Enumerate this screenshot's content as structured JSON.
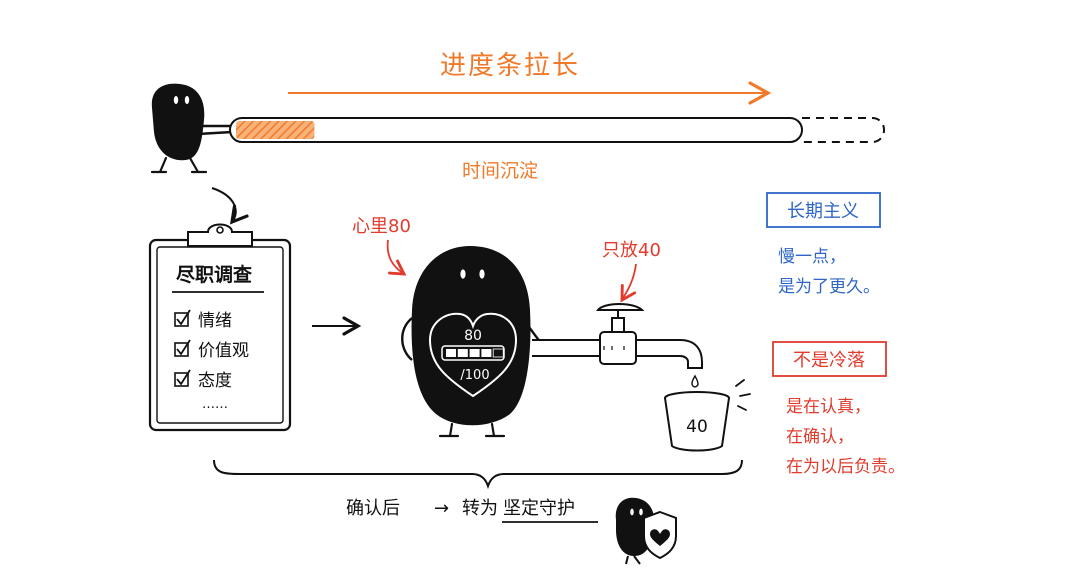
{
  "colors": {
    "ink": "#111111",
    "orange": "#f07a2a",
    "red": "#e23b2e",
    "blue": "#2f66c6"
  },
  "top": {
    "title": "进度条拉长",
    "caption": "时间沉淀",
    "progress_fill_fraction": 0.14
  },
  "checklist": {
    "title": "尽职调查",
    "items": [
      "情绪",
      "价值观",
      "态度"
    ],
    "ellipsis": "……"
  },
  "heart": {
    "callout": "心里80",
    "value": "80",
    "total": "/100",
    "fill_fraction": 0.8
  },
  "tap": {
    "callout": "只放40",
    "bucket_value": "40"
  },
  "long_term": {
    "title": "长期主义",
    "lines": [
      "慢一点，",
      "是为了更久。"
    ]
  },
  "not_cold": {
    "title": "不是冷落",
    "lines": [
      "是在认真，",
      "在确认，",
      "在为以后负责。"
    ]
  },
  "bottom": {
    "text_left": "确认后",
    "arrow": "→",
    "text_right_prefix": "转为",
    "text_right_em": "坚定守护"
  },
  "icons": [
    "blob-character-icon",
    "checkbox-icon",
    "heart-icon",
    "faucet-icon",
    "bucket-icon",
    "shield-heart-icon",
    "clipboard-icon"
  ]
}
